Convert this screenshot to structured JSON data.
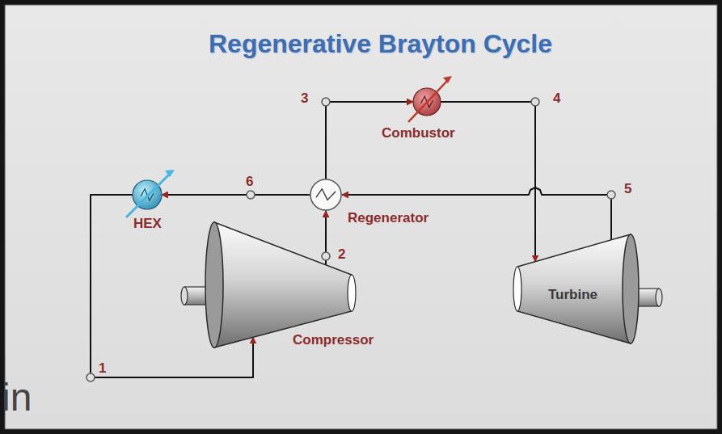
{
  "diagram": {
    "title": "Regenerative Brayton Cycle",
    "nodes": [
      {
        "text": [
          "Combustor"
        ]
      },
      {
        "text": [
          "HEX"
        ]
      },
      {
        "text": [
          "Regenerator"
        ]
      },
      {
        "text": [
          "Compressor"
        ]
      },
      {
        "text": [
          "Turbine"
        ]
      }
    ],
    "edges": [
      {
        "from": 3,
        "to": 2,
        "arrow": "to"
      },
      {
        "from": 2,
        "to": 0,
        "arrow": "to"
      },
      {
        "from": 0,
        "to": 4,
        "arrow": "to"
      },
      {
        "from": 4,
        "to": 2,
        "arrow": "to"
      },
      {
        "from": 2,
        "to": 1,
        "arrow": "to"
      },
      {
        "from": 1,
        "to": 3,
        "arrow": "to"
      }
    ],
    "labels": [
      "3",
      "4",
      "6",
      "5",
      "2",
      "1",
      "in"
    ]
  }
}
